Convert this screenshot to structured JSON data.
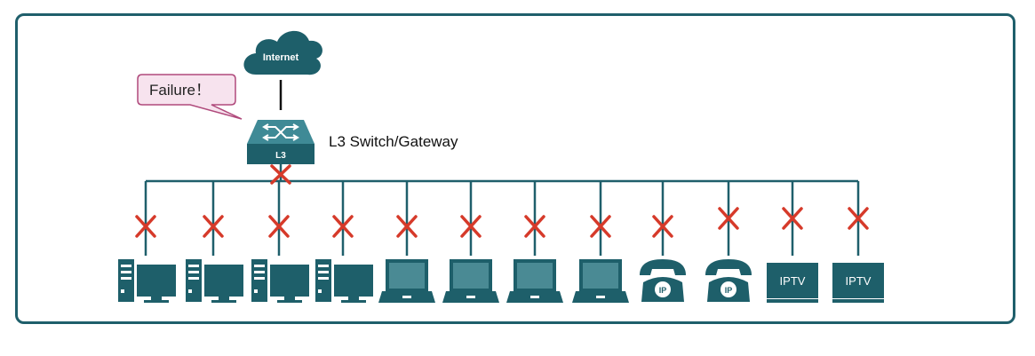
{
  "colors": {
    "frame": "#1f5f6b",
    "device": "#1e5f6a",
    "laptop_screen": "#4a8a94",
    "link_line": "#1f5f6b",
    "failure_mark": "#d63a2a",
    "callout_fill": "#f7e3ee",
    "callout_stroke": "#b04a7c"
  },
  "cloud": {
    "label": "Internet",
    "icon": "cloud-icon"
  },
  "callout": {
    "text": "Failure！"
  },
  "switch": {
    "badge": "L3",
    "caption": "L3 Switch/Gateway",
    "icon": "l3-switch-icon"
  },
  "devices": [
    {
      "type": "pc",
      "icon": "desktop-pc-icon",
      "label": ""
    },
    {
      "type": "pc",
      "icon": "desktop-pc-icon",
      "label": ""
    },
    {
      "type": "pc",
      "icon": "desktop-pc-icon",
      "label": ""
    },
    {
      "type": "pc",
      "icon": "desktop-pc-icon",
      "label": ""
    },
    {
      "type": "laptop",
      "icon": "laptop-icon",
      "label": ""
    },
    {
      "type": "laptop",
      "icon": "laptop-icon",
      "label": ""
    },
    {
      "type": "laptop",
      "icon": "laptop-icon",
      "label": ""
    },
    {
      "type": "laptop",
      "icon": "laptop-icon",
      "label": ""
    },
    {
      "type": "phone",
      "icon": "ip-phone-icon",
      "label": "IP"
    },
    {
      "type": "phone",
      "icon": "ip-phone-icon",
      "label": "IP"
    },
    {
      "type": "iptv",
      "icon": "iptv-icon",
      "label": "IPTV"
    },
    {
      "type": "iptv",
      "icon": "iptv-icon",
      "label": "IPTV"
    }
  ],
  "failure_mark_icon": "red-x-failure-icon"
}
